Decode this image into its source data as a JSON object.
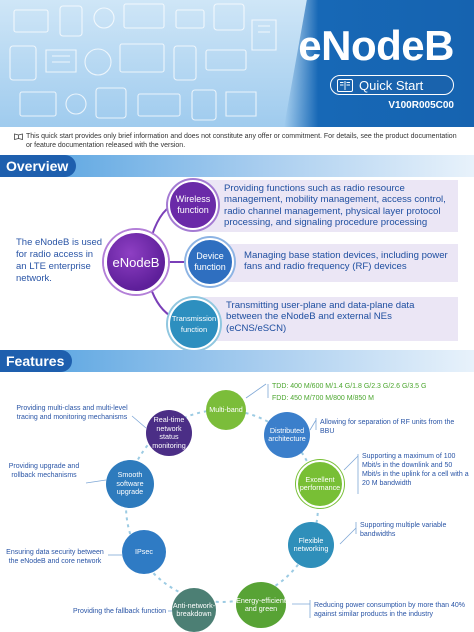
{
  "header": {
    "title": "eNodeB",
    "badge_label": "Quick Start",
    "version": "V100R005C00"
  },
  "disclaimer": "This quick start provides only brief information and does not constitute any offer or commitment. For details, see the product documentation or feature documentation released with the version.",
  "overview": {
    "heading": "Overview",
    "intro": "The eNodeB is used for radio access in an LTE enterprise network.",
    "center": "eNodeB",
    "functions": [
      {
        "label": "Wireless function",
        "desc": "Providing functions such as radio resource management, mobility management, access control, radio channel management, physical layer protocol processing, and signaling procedure processing"
      },
      {
        "label": "Device function",
        "desc": "Managing base station devices, including power fans and radio frequency (RF) devices"
      },
      {
        "label": "Transmission function",
        "desc": "Transmitting user-plane and data-plane data between the eNodeB and external NEs (eCNS/eSCN)"
      }
    ]
  },
  "features": {
    "heading": "Features",
    "nodes": {
      "multiband": "Multi-band",
      "distributed": "Distributed architecture",
      "excellent": "Excellent performance",
      "flexible": "Flexible networking",
      "energy": "Energy-efficient and green",
      "anti": "Anti-network-breakdown",
      "ipsec": "IPsec",
      "smooth": "Smooth software upgrade",
      "realtime": "Real-time network status monitoring"
    },
    "texts": {
      "tdd": "TDD: 400 M/600 M/1.4 G/1.8 G/2.3 G/2.6 G/3.5 G",
      "fdd": "FDD: 450 M/700 M/800 M/850 M",
      "distributed": "Allowing for separation of RF units from the BBU",
      "excellent": "Supporting a maximum of 100 Mbit/s in the downlink and 50 Mbit/s in the uplink for a cell with a 20 M bandwidth",
      "flexible": "Supporting multiple variable bandwidths",
      "energy": "Reducing power consumption by more than 40% against similar products in the industry",
      "anti": "Providing the fallback function",
      "ipsec": "Ensuring data security between the eNodeB and core network",
      "smooth": "Providing upgrade and rollback mechanisms",
      "realtime": "Providing multi-class and multi-level tracing and monitoring mechanisms"
    }
  },
  "colors": {
    "brand_blue": "#1e5fae",
    "purple": "#6a2aa8",
    "green": "#6cb52d",
    "teal": "#2a8fb0"
  }
}
